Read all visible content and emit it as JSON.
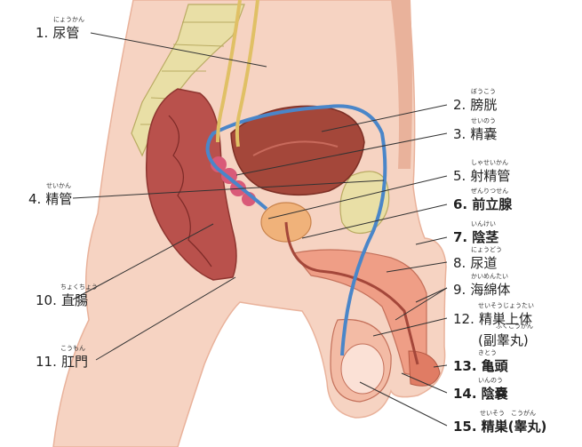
{
  "colors": {
    "skin": "#f6d3c2",
    "skin_shadow": "#e9b29b",
    "bone": "#e9dfa6",
    "bone_stroke": "#b9ab62",
    "muscle": "#c96a5e",
    "rectum": "#b9514c",
    "bladder": "#a4473a",
    "vas": "#4a86c9",
    "ureter": "#e0c065",
    "vesicle": "#d95a78",
    "penis_tissue": "#ef9e86",
    "leader": "#333333"
  },
  "labels": [
    {
      "id": "ureter",
      "num": "1.",
      "name": "尿管",
      "ruby": "にょうかん",
      "bold": false
    },
    {
      "id": "bladder",
      "num": "2.",
      "name": "膀胱",
      "ruby": "ぼうこう",
      "bold": false
    },
    {
      "id": "seminal-vesicle",
      "num": "3.",
      "name": "精嚢",
      "ruby": "せいのう",
      "bold": false
    },
    {
      "id": "vas-deferens",
      "num": "4.",
      "name": "精管",
      "ruby": "せいかん",
      "bold": false
    },
    {
      "id": "ejaculatory-duct",
      "num": "5.",
      "name": "射精管",
      "ruby": "しゃせいかん",
      "bold": false
    },
    {
      "id": "prostate",
      "num": "6.",
      "name": "前立腺",
      "ruby": "ぜんりつせん",
      "bold": true
    },
    {
      "id": "penis",
      "num": "7.",
      "name": "陰茎",
      "ruby": "いんけい",
      "bold": true
    },
    {
      "id": "urethra",
      "num": "8.",
      "name": "尿道",
      "ruby": "にょうどう",
      "bold": false
    },
    {
      "id": "corpus-cavernosum",
      "num": "9.",
      "name": "海綿体",
      "ruby": "かいめんたい",
      "bold": false
    },
    {
      "id": "rectum",
      "num": "10.",
      "name": "直腸",
      "ruby": "ちょくちょう",
      "bold": false
    },
    {
      "id": "anus",
      "num": "11.",
      "name": "肛門",
      "ruby": "こうもん",
      "bold": false
    },
    {
      "id": "epididymis",
      "num": "12.",
      "name": "精巣上体",
      "ruby": "せいそうじょうたい",
      "bold": false,
      "paren": "(副睾丸)",
      "paren_ruby": "ふくこうがん"
    },
    {
      "id": "glans",
      "num": "13.",
      "name": "亀頭",
      "ruby": "きとう",
      "bold": true
    },
    {
      "id": "scrotum",
      "num": "14.",
      "name": "陰嚢",
      "ruby": "いんのう",
      "bold": true
    },
    {
      "id": "testis",
      "num": "15.",
      "name": "精巣(睾丸)",
      "ruby": "せいそう　こうがん",
      "bold": true
    }
  ]
}
